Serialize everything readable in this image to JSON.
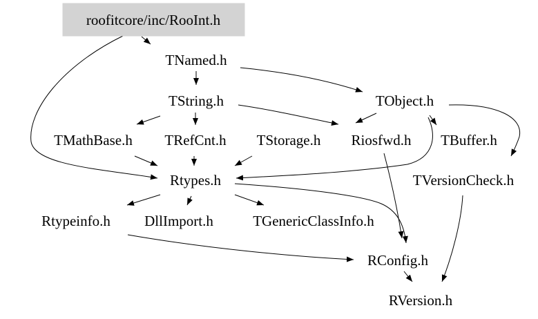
{
  "graph": {
    "root": "roofitcore/inc/RooInt.h",
    "nodes": {
      "rooint": "roofitcore/inc/RooInt.h",
      "tnamed": "TNamed.h",
      "tstring": "TString.h",
      "tobject": "TObject.h",
      "tmathbase": "TMathBase.h",
      "trefcnt": "TRefCnt.h",
      "tstorage": "TStorage.h",
      "riosfwd": "Riosfwd.h",
      "tbuffer": "TBuffer.h",
      "rtypes": "Rtypes.h",
      "tversioncheck": "TVersionCheck.h",
      "rtypeinfo": "Rtypeinfo.h",
      "dllimport": "DllImport.h",
      "tgenericclassinfo": "TGenericClassInfo.h",
      "rconfig": "RConfig.h",
      "rversion": "RVersion.h"
    },
    "edges": [
      [
        "rooint",
        "tnamed"
      ],
      [
        "rooint",
        "rtypes"
      ],
      [
        "tnamed",
        "tstring"
      ],
      [
        "tnamed",
        "tobject"
      ],
      [
        "tstring",
        "tmathbase"
      ],
      [
        "tstring",
        "trefcnt"
      ],
      [
        "tstring",
        "riosfwd"
      ],
      [
        "tobject",
        "riosfwd"
      ],
      [
        "tobject",
        "tbuffer"
      ],
      [
        "tobject",
        "rtypes"
      ],
      [
        "tobject",
        "tversioncheck"
      ],
      [
        "tmathbase",
        "rtypes"
      ],
      [
        "trefcnt",
        "rtypes"
      ],
      [
        "tstorage",
        "rtypes"
      ],
      [
        "riosfwd",
        "rconfig"
      ],
      [
        "rtypes",
        "rtypeinfo"
      ],
      [
        "rtypes",
        "dllimport"
      ],
      [
        "rtypes",
        "tgenericclassinfo"
      ],
      [
        "rtypes",
        "rconfig"
      ],
      [
        "tversioncheck",
        "rversion"
      ],
      [
        "rtypeinfo",
        "rconfig"
      ],
      [
        "rconfig",
        "rversion"
      ]
    ],
    "colors": {
      "root_fill": "#d3d3d3",
      "edge": "#000000",
      "text": "#000000",
      "background": "#ffffff"
    }
  }
}
